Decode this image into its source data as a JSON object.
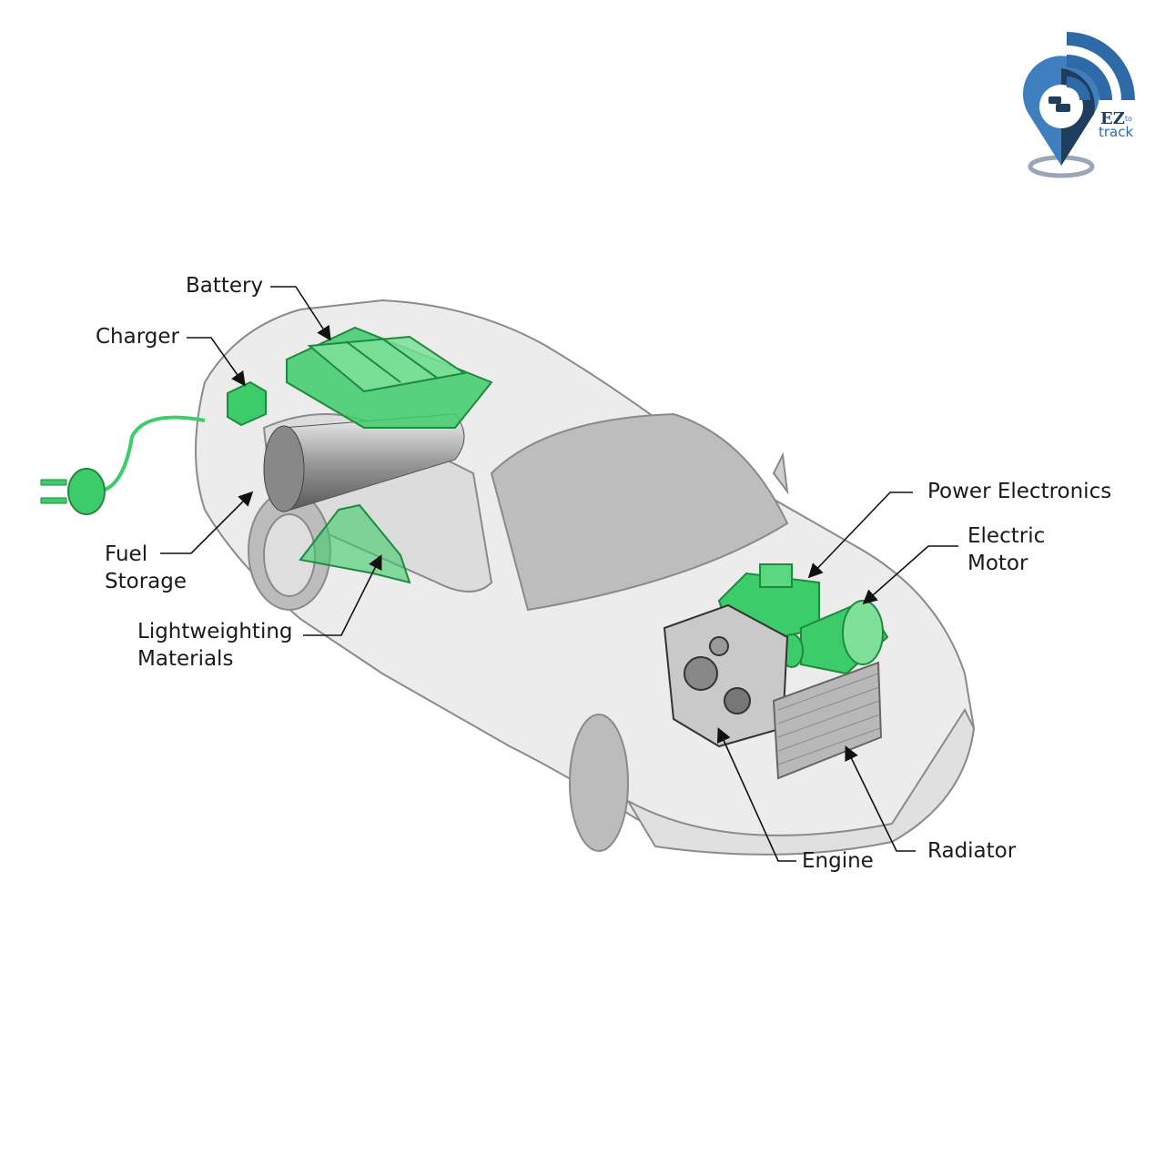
{
  "logo": {
    "brand_main": "EZ",
    "brand_small": "to",
    "brand_sub": "track",
    "colors": {
      "light": "#3f7fbf",
      "dark": "#1f3d5c"
    }
  },
  "labels": {
    "battery": "Battery",
    "charger": "Charger",
    "fuel_storage": [
      "Fuel",
      "Storage"
    ],
    "lightweighting": [
      "Lightweighting",
      "Materials"
    ],
    "power_electronics": "Power Electronics",
    "electric_motor": [
      "Electric",
      "Motor"
    ],
    "engine": "Engine",
    "radiator": "Radiator"
  },
  "colors": {
    "highlight": "#3dcc6a",
    "car_body": "#e6e6e6",
    "outline": "#8a8a8a"
  }
}
